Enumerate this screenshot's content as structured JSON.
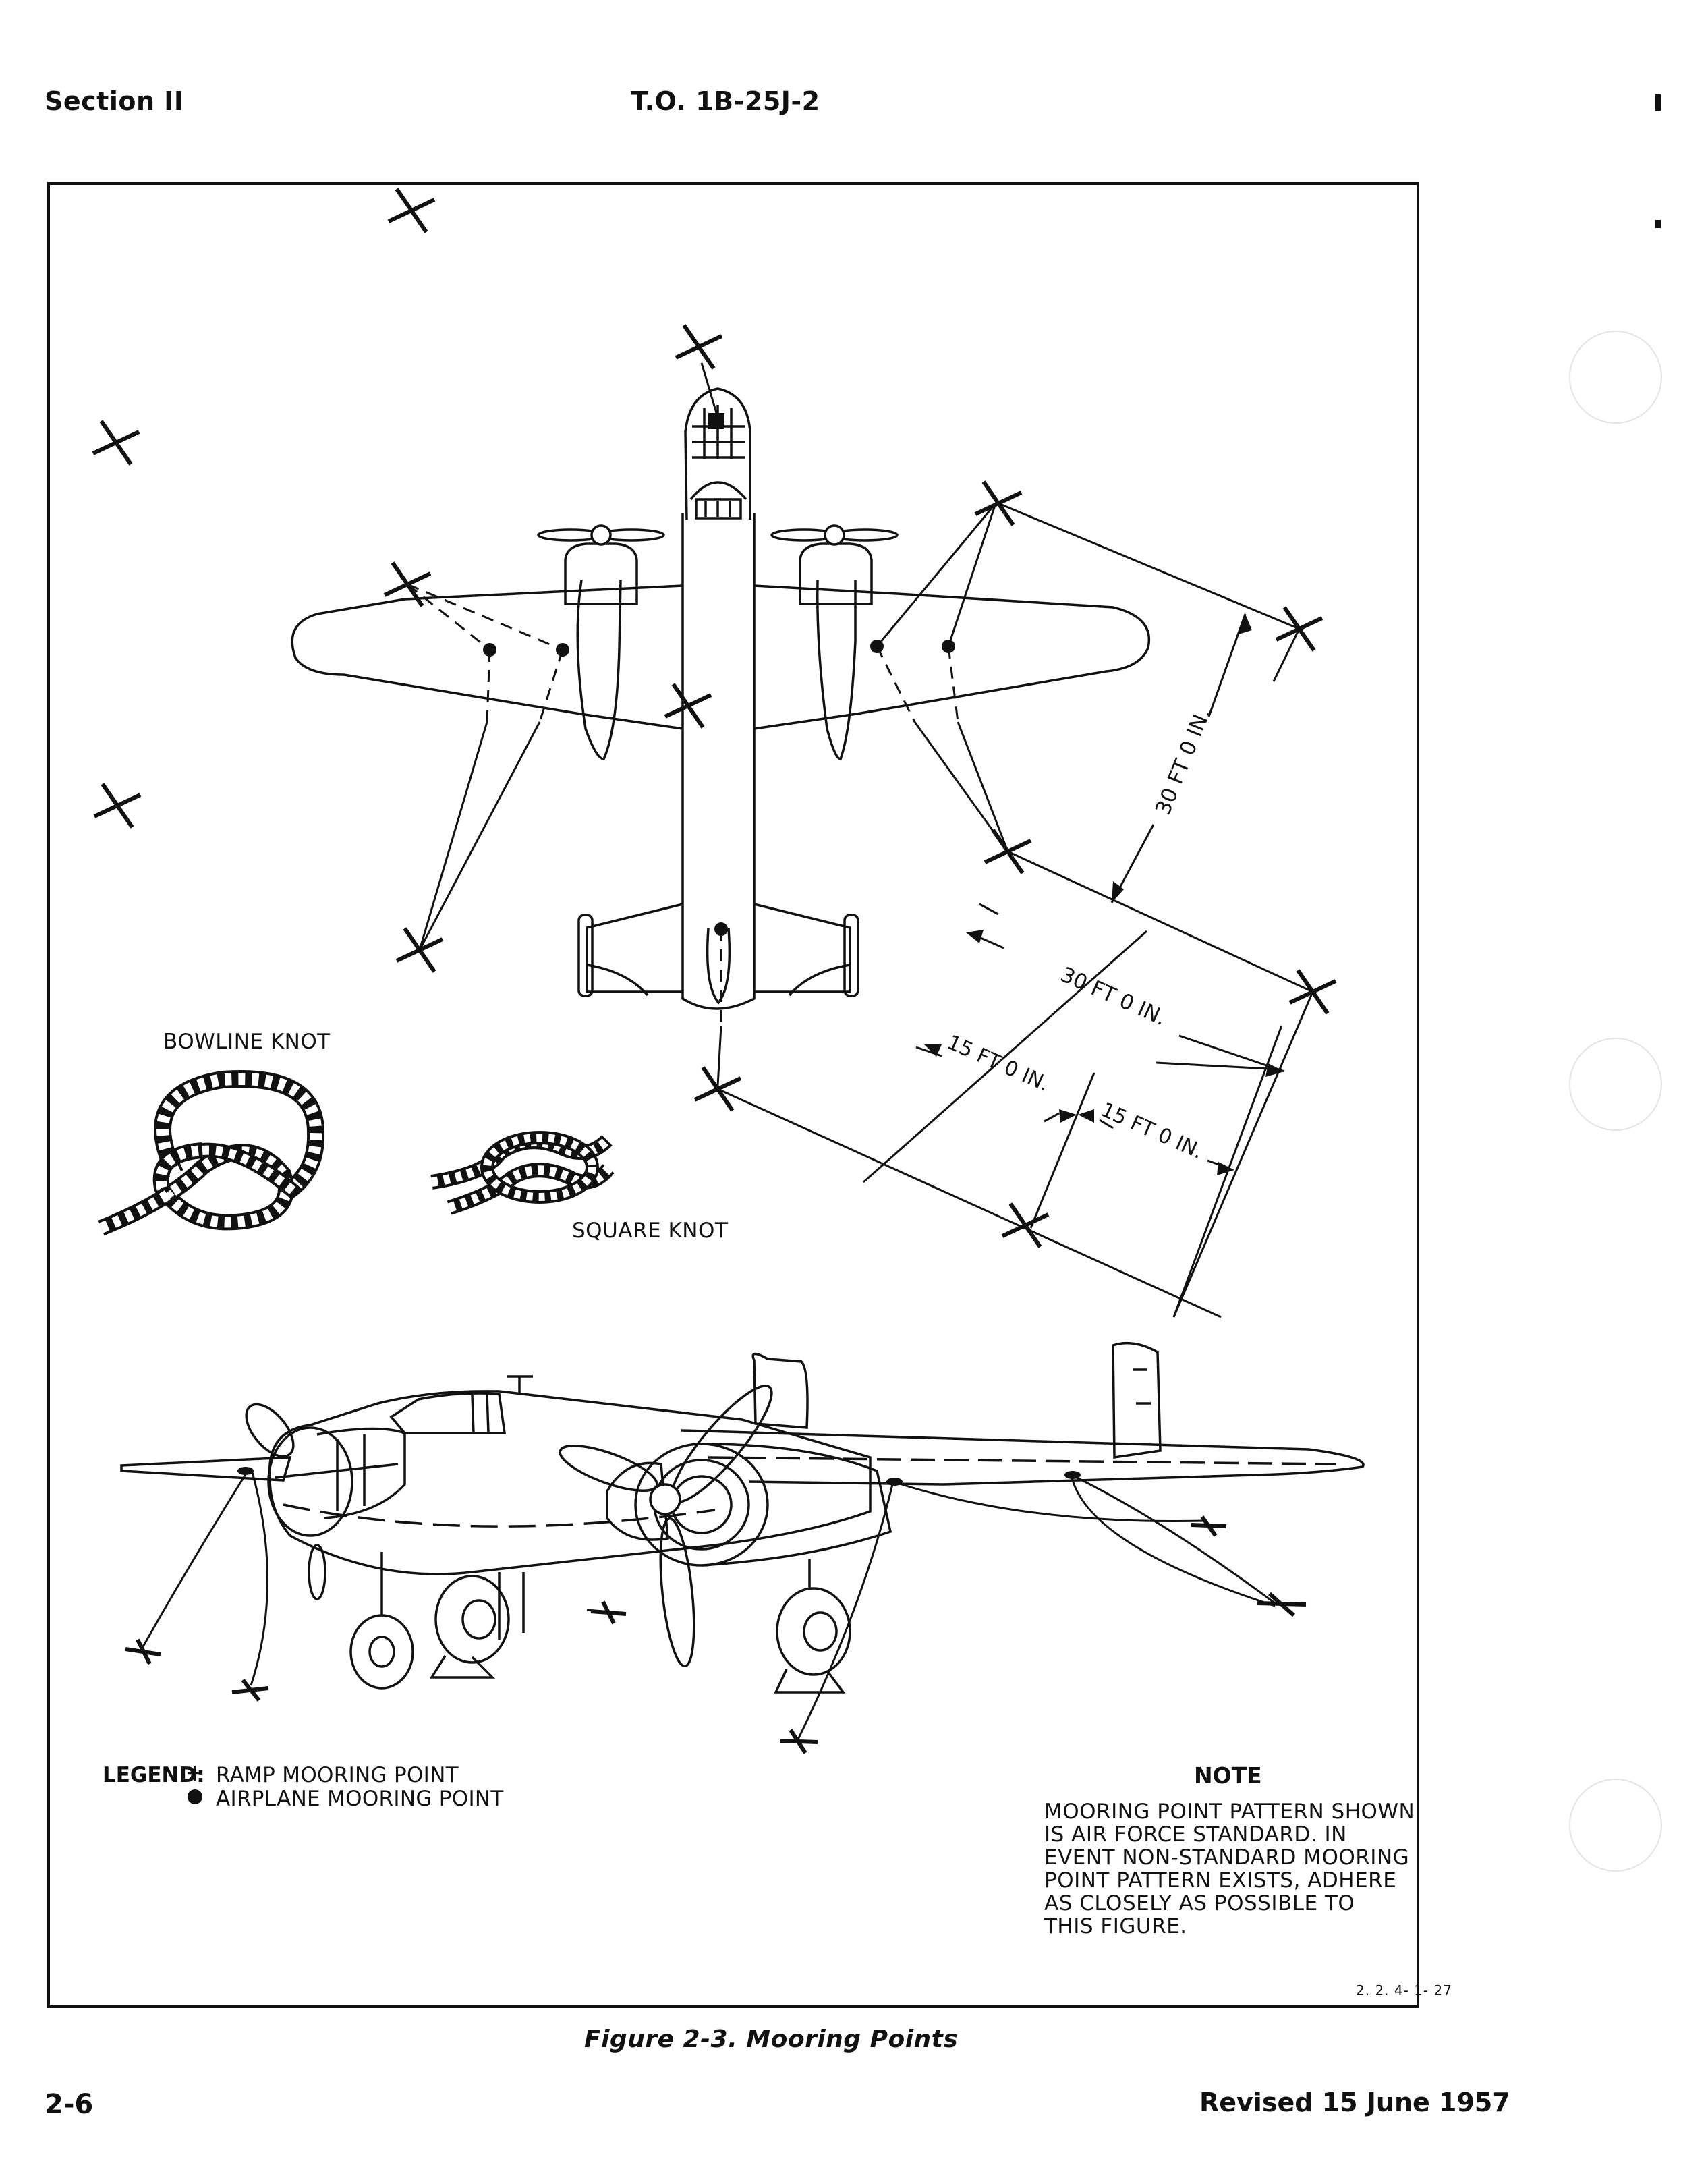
{
  "header": {
    "section": "Section II",
    "document_number": "T.O. 1B-25J-2"
  },
  "figure": {
    "caption": "Figure 2-3.  Mooring Points",
    "code": "2. 2. 4- 1- 27",
    "knots": {
      "bowline": "BOWLINE KNOT",
      "square": "SQUARE KNOT"
    },
    "dimensions": {
      "vertical": "30 FT 0 IN.",
      "horizontal": "30 FT 0 IN.",
      "half_left": "15 FT 0 IN.",
      "half_right": "15 FT 0 IN."
    },
    "legend": {
      "title": "LEGEND:",
      "items": [
        {
          "symbol": "plus-icon",
          "label": "RAMP MOORING POINT"
        },
        {
          "symbol": "filled-dot-icon",
          "label": "AIRPLANE MOORING POINT"
        }
      ]
    },
    "note": {
      "heading": "NOTE",
      "lines": [
        "MOORING POINT PATTERN SHOWN",
        "IS AIR FORCE STANDARD.  IN",
        "EVENT NON-STANDARD MOORING",
        "POINT PATTERN EXISTS, ADHERE",
        "AS CLOSELY AS POSSIBLE TO",
        "THIS FIGURE."
      ]
    }
  },
  "footer": {
    "page_number": "2-6",
    "revision": "Revised 15 June 1957"
  }
}
